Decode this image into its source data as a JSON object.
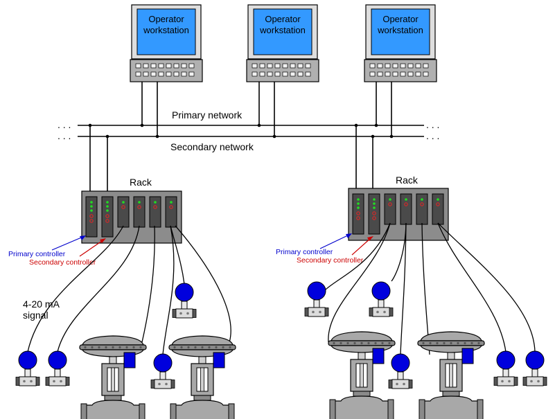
{
  "workstations": [
    {
      "line1": "Operator",
      "line2": "workstation"
    },
    {
      "line1": "Operator",
      "line2": "workstation"
    },
    {
      "line1": "Operator",
      "line2": "workstation"
    }
  ],
  "networks": {
    "primary": "Primary network",
    "secondary": "Secondary network",
    "continuation": ". . ."
  },
  "racks": [
    {
      "label": "Rack",
      "primary_controller": "Primary controller",
      "secondary_controller": "Secondary controller"
    },
    {
      "label": "Rack",
      "primary_controller": "Primary controller",
      "secondary_controller": "Secondary controller"
    }
  ],
  "signal_label": {
    "line1": "4-20 mA",
    "line2": "signal"
  },
  "colors": {
    "screen": "#3399ff",
    "primary_label": "#0000cc",
    "secondary_label": "#cc0000",
    "transmitter": "#0000dd",
    "rack": "#8c8c8c",
    "valve": "#999999"
  },
  "icons": [
    "operator-workstation-icon",
    "controller-card-icon",
    "io-card-icon",
    "transmitter-icon",
    "control-valve-icon"
  ]
}
